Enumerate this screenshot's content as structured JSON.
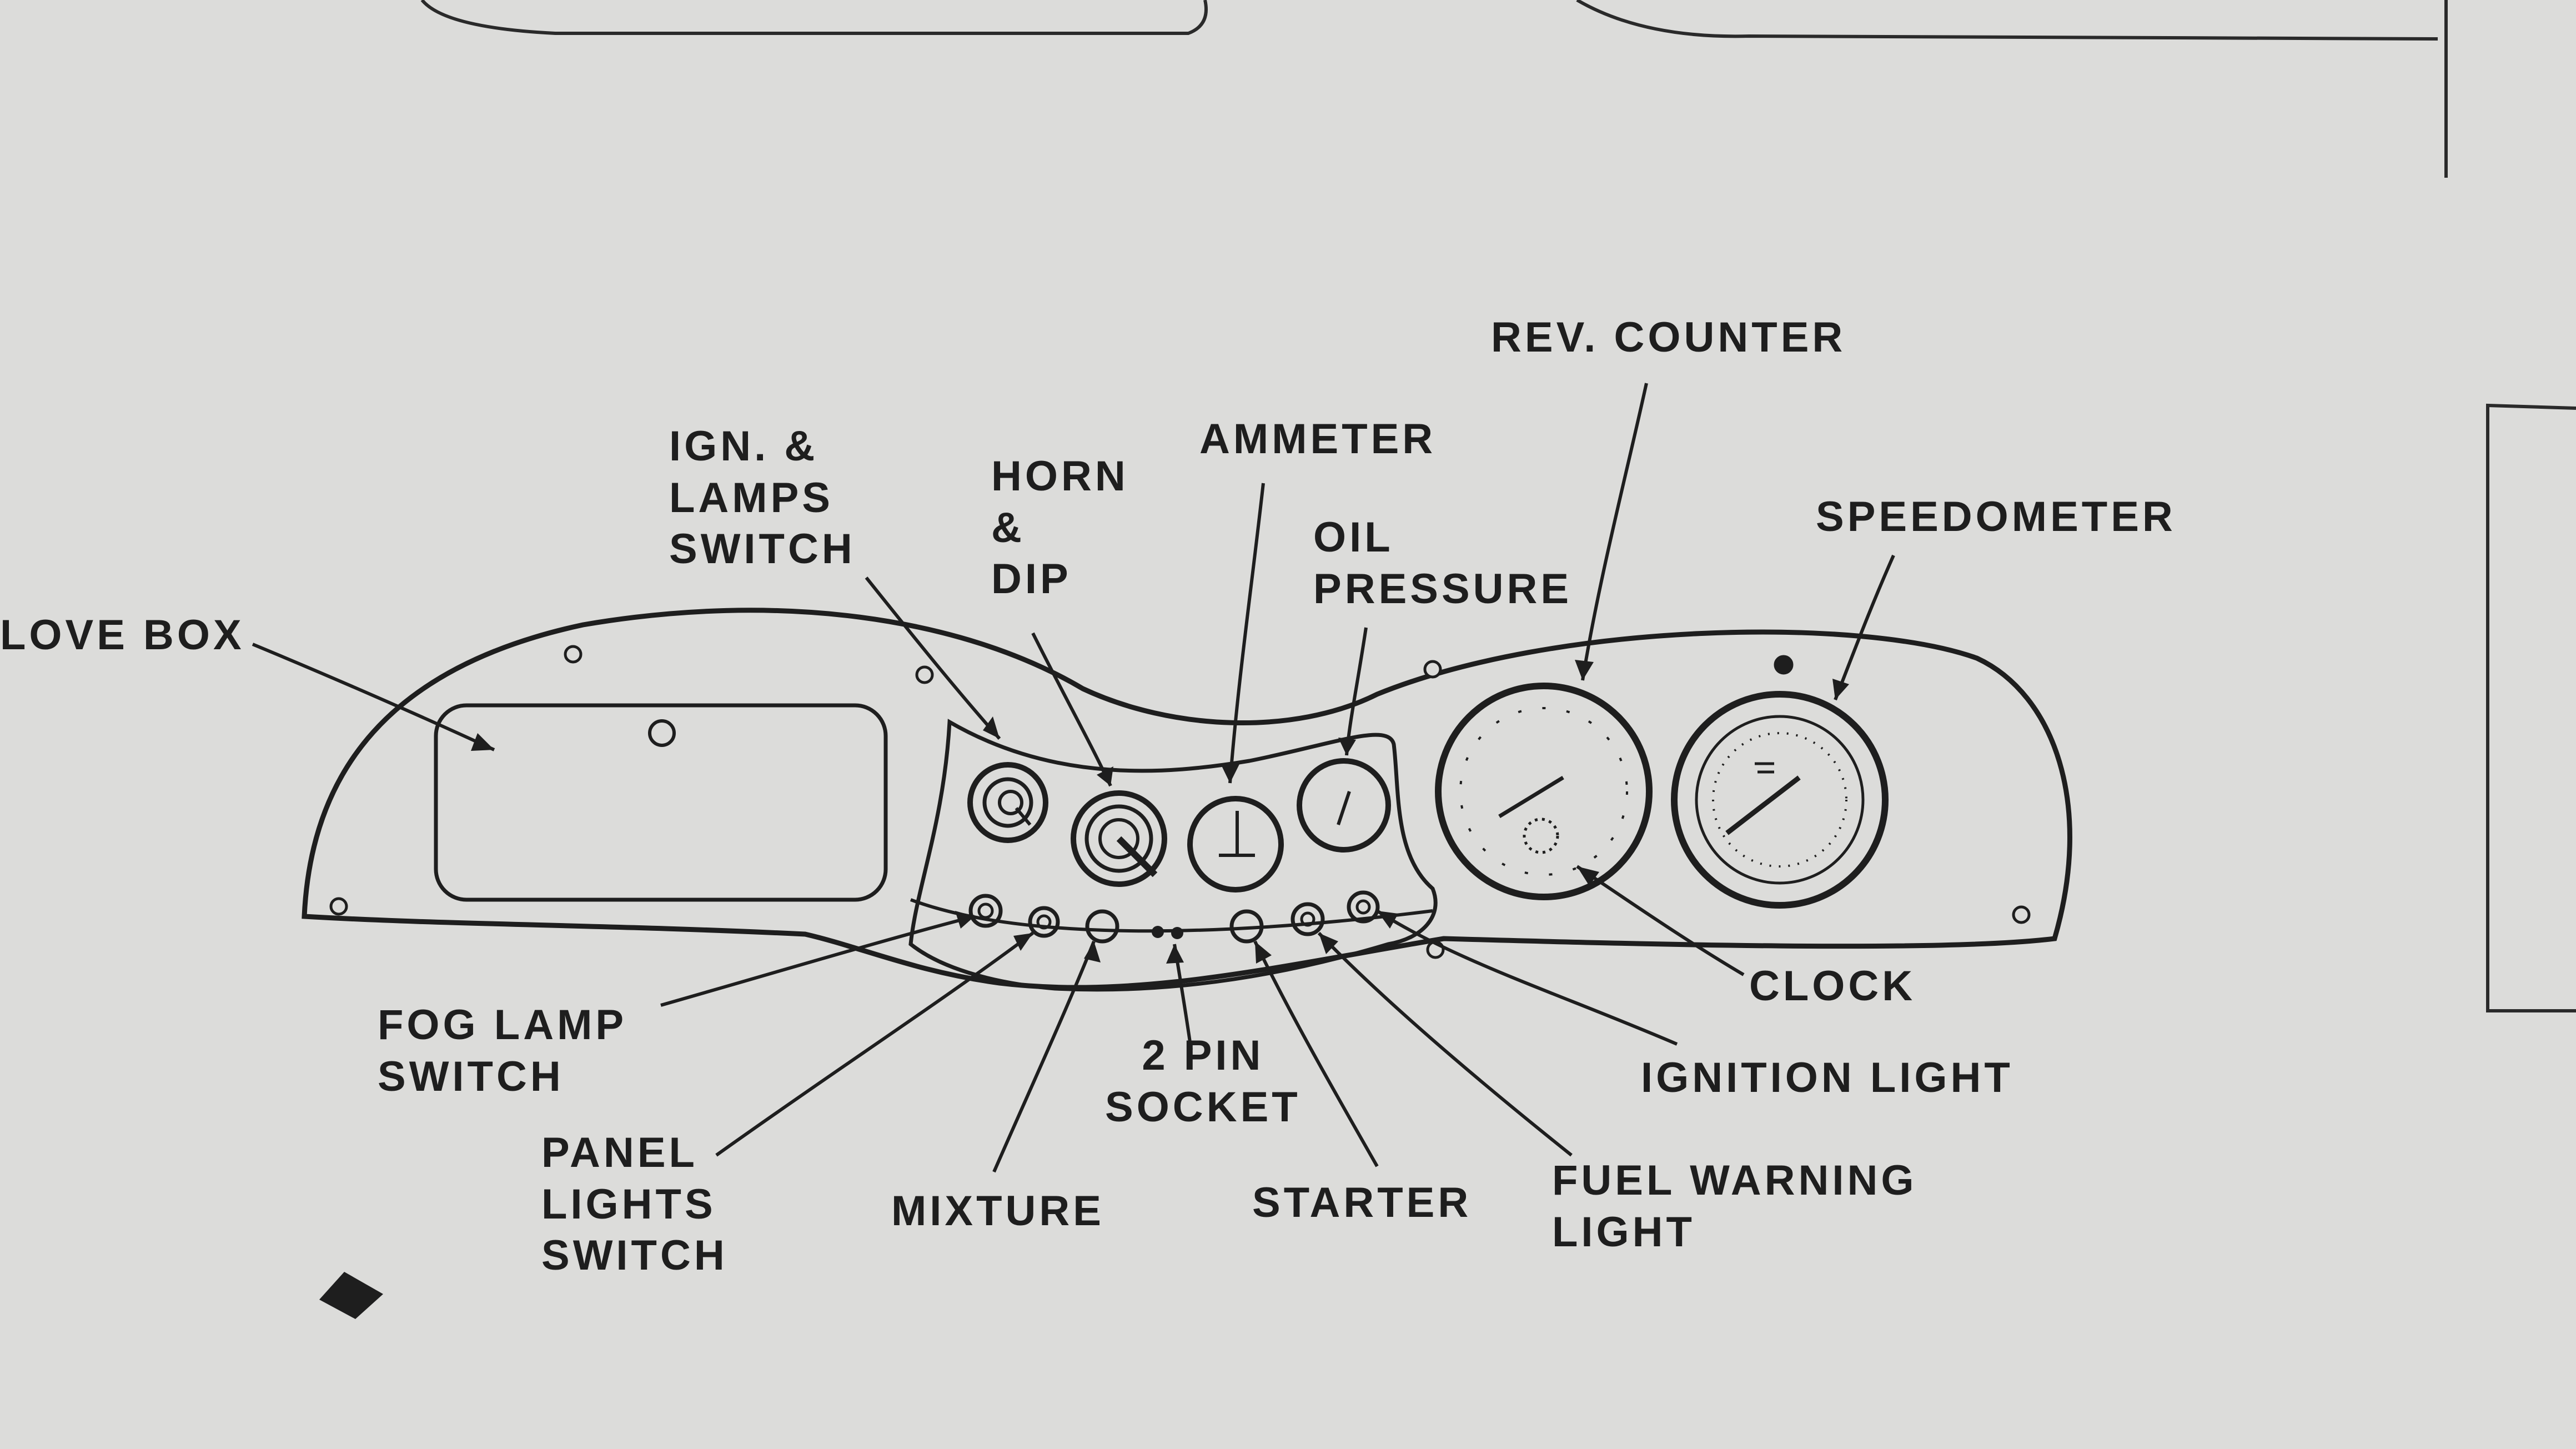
{
  "labels": {
    "glove_box": "LOVE  BOX",
    "ign_lamps_switch": [
      "IGN. &",
      "LAMPS",
      "SWITCH"
    ],
    "horn_dip": [
      "HORN",
      "&",
      "DIP"
    ],
    "ammeter": "AMMETER",
    "oil_pressure": [
      "OIL",
      "PRESSURE"
    ],
    "rev_counter": "REV. COUNTER",
    "speedometer": "SPEEDOMETER",
    "clock": "CLOCK",
    "ignition_light": "IGNITION  LIGHT",
    "fuel_warning_light": [
      "FUEL  WARNING",
      "LIGHT"
    ],
    "starter": "STARTER",
    "two_pin_socket": [
      "2 PIN",
      "SOCKET"
    ],
    "mixture": "MIXTURE",
    "panel_lights_switch": [
      "PANEL",
      "LIGHTS",
      "SWITCH"
    ],
    "fog_lamp_switch": [
      "FOG  LAMP",
      "SWITCH"
    ]
  },
  "colors": {
    "paper": "#dcdcda",
    "ink": "#1e1e1e"
  }
}
